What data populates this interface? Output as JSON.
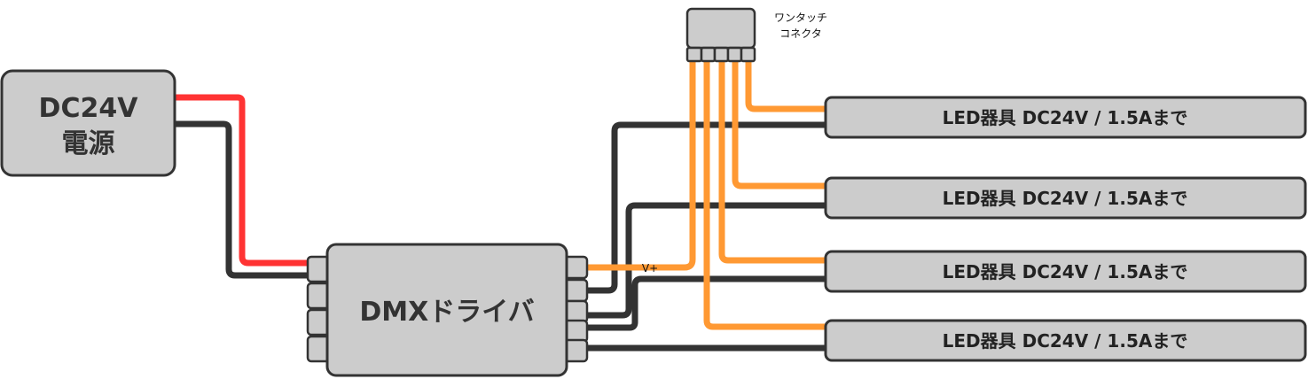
{
  "power_supply": {
    "line1": "DC24V",
    "line2": "電源"
  },
  "driver": {
    "label": "DMXドライバ"
  },
  "connector": {
    "line1": "ワンタッチ",
    "line2": "コネクタ"
  },
  "vplus_label": "V+",
  "leds": [
    {
      "label": "LED器具 DC24V / 1.5Aまで"
    },
    {
      "label": "LED器具 DC24V / 1.5Aまで"
    },
    {
      "label": "LED器具 DC24V / 1.5Aまで"
    },
    {
      "label": "LED器具 DC24V / 1.5Aまで"
    }
  ],
  "colors": {
    "box_fill": "#cccccc",
    "outline": "#333333",
    "wire_red": "#ff3333",
    "wire_black": "#333333",
    "wire_orange": "#ff9933"
  }
}
